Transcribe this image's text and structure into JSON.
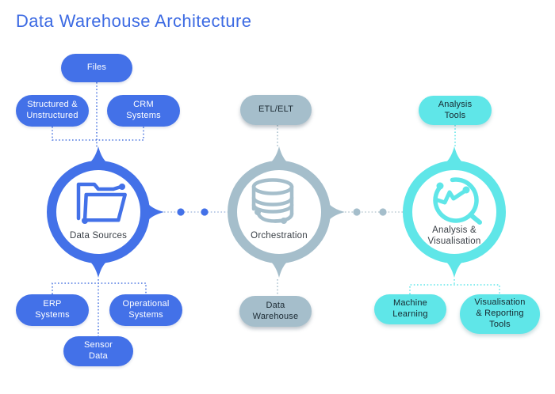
{
  "title": "Data Warehouse Architecture",
  "colors": {
    "blue": "#4371E8",
    "slate": "#A5BECB",
    "cyan": "#5FE6E8",
    "title_blue": "#3D6BE3",
    "dark_pill_text": "#1B2A33",
    "node_label_text": "#393F46",
    "background": "#FFFFFF"
  },
  "nodes": [
    {
      "id": "data-sources",
      "label": "Data Sources",
      "icon": "open-folder-icon",
      "color": "#4371E8"
    },
    {
      "id": "orchestration",
      "label": "Orchestration",
      "icon": "database-icon",
      "color": "#A5BECB"
    },
    {
      "id": "analysis-visualisation",
      "label": "Analysis &\nVisualisation",
      "icon": "magnifier-chart-icon",
      "color": "#5FE6E8"
    }
  ],
  "pills": [
    {
      "id": "files",
      "label": "Files"
    },
    {
      "id": "structured-unstructured",
      "label": "Structured &\nUnstructured"
    },
    {
      "id": "crm-systems",
      "label": "CRM\nSystems"
    },
    {
      "id": "erp-systems",
      "label": "ERP\nSystems"
    },
    {
      "id": "operational-systems",
      "label": "Operational\nSystems"
    },
    {
      "id": "sensor-data",
      "label": "Sensor\nData"
    },
    {
      "id": "etl-elt",
      "label": "ETL/ELT"
    },
    {
      "id": "data-warehouse",
      "label": "Data\nWarehouse"
    },
    {
      "id": "analysis-tools",
      "label": "Analysis\nTools"
    },
    {
      "id": "machine-learning",
      "label": "Machine\nLearning"
    },
    {
      "id": "visualisation-reporting-tools",
      "label": "Visualisation\n& Reporting\nTools"
    }
  ]
}
